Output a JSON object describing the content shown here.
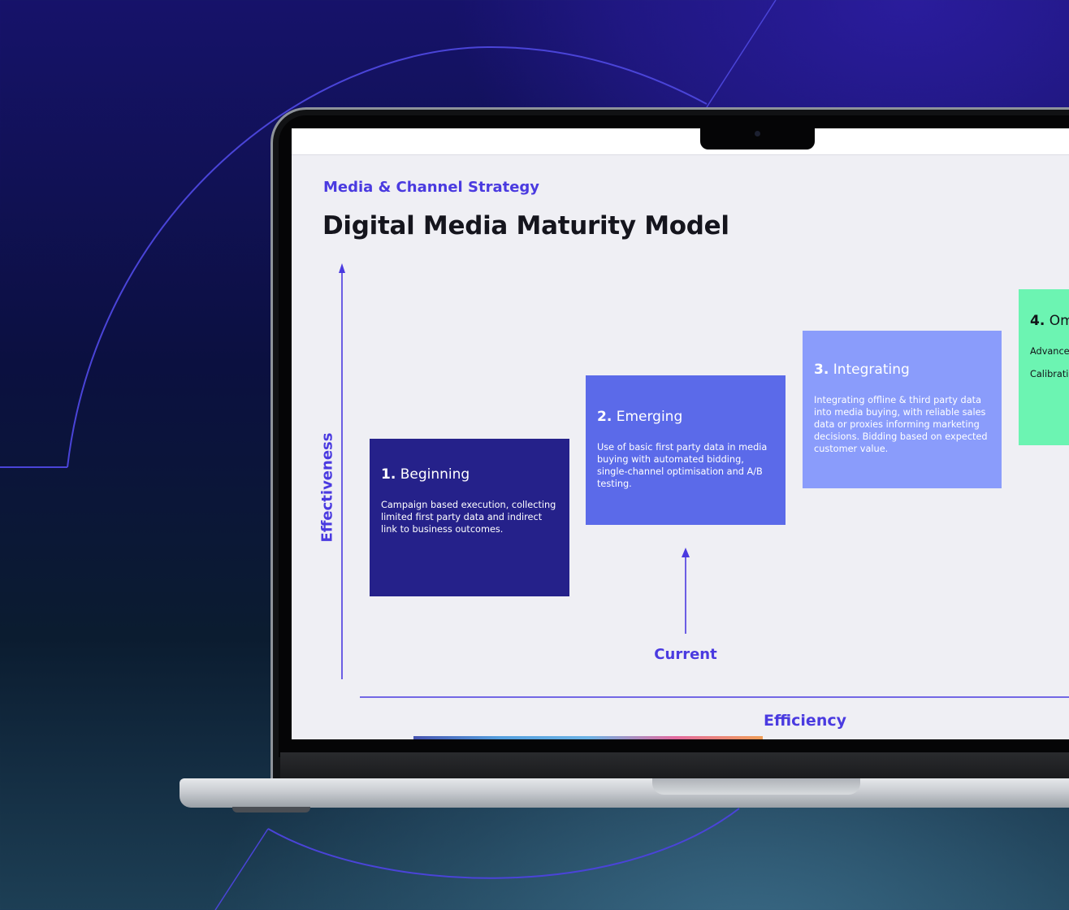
{
  "header": {
    "subtitle": "Media & Channel Strategy",
    "title": "Digital Media Maturity Model"
  },
  "axes": {
    "y_label": "Effectiveness",
    "x_label": "Efficiency"
  },
  "marker": {
    "label": "Current"
  },
  "stages": [
    {
      "number": "1.",
      "name": "Beginning",
      "description": "Campaign based execution, collecting limited first party data and indirect link to business outcomes.",
      "color": "#25218a"
    },
    {
      "number": "2.",
      "name": "Emerging",
      "description": "Use of basic first party data in media buying with automated bidding, single-channel optimisation and A/B testing.",
      "color": "#5b6ae9"
    },
    {
      "number": "3.",
      "name": "Integrating",
      "description": "Integrating offline & third party data into media buying, with reliable sales data or proxies informing marketing decisions. Bidding based on expected customer value.",
      "color": "#8a9cfb"
    },
    {
      "number": "4.",
      "name": "Om",
      "description": "Advance persona and bidd",
      "description_2": "Calibrati using Ma",
      "color": "#6cf4b2"
    }
  ],
  "colors": {
    "accent": "#4a3ae0",
    "screen_bg": "#efeff4"
  }
}
